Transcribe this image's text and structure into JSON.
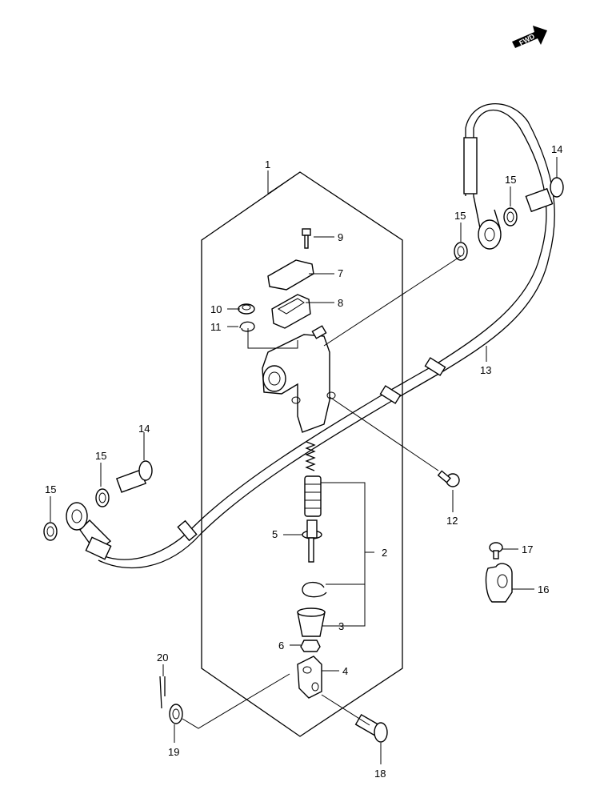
{
  "fwd_label": "FWD",
  "callouts": {
    "c1": "1",
    "c2": "2",
    "c3": "3",
    "c4": "4",
    "c5": "5",
    "c6": "6",
    "c7": "7",
    "c8": "8",
    "c9": "9",
    "c10": "10",
    "c11": "11",
    "c12": "12",
    "c13": "13",
    "c14a": "14",
    "c14b": "14",
    "c15a": "15",
    "c15b": "15",
    "c15c": "15",
    "c15d": "15",
    "c16": "16",
    "c17": "17",
    "c18": "18",
    "c19": "19",
    "c20": "20"
  }
}
